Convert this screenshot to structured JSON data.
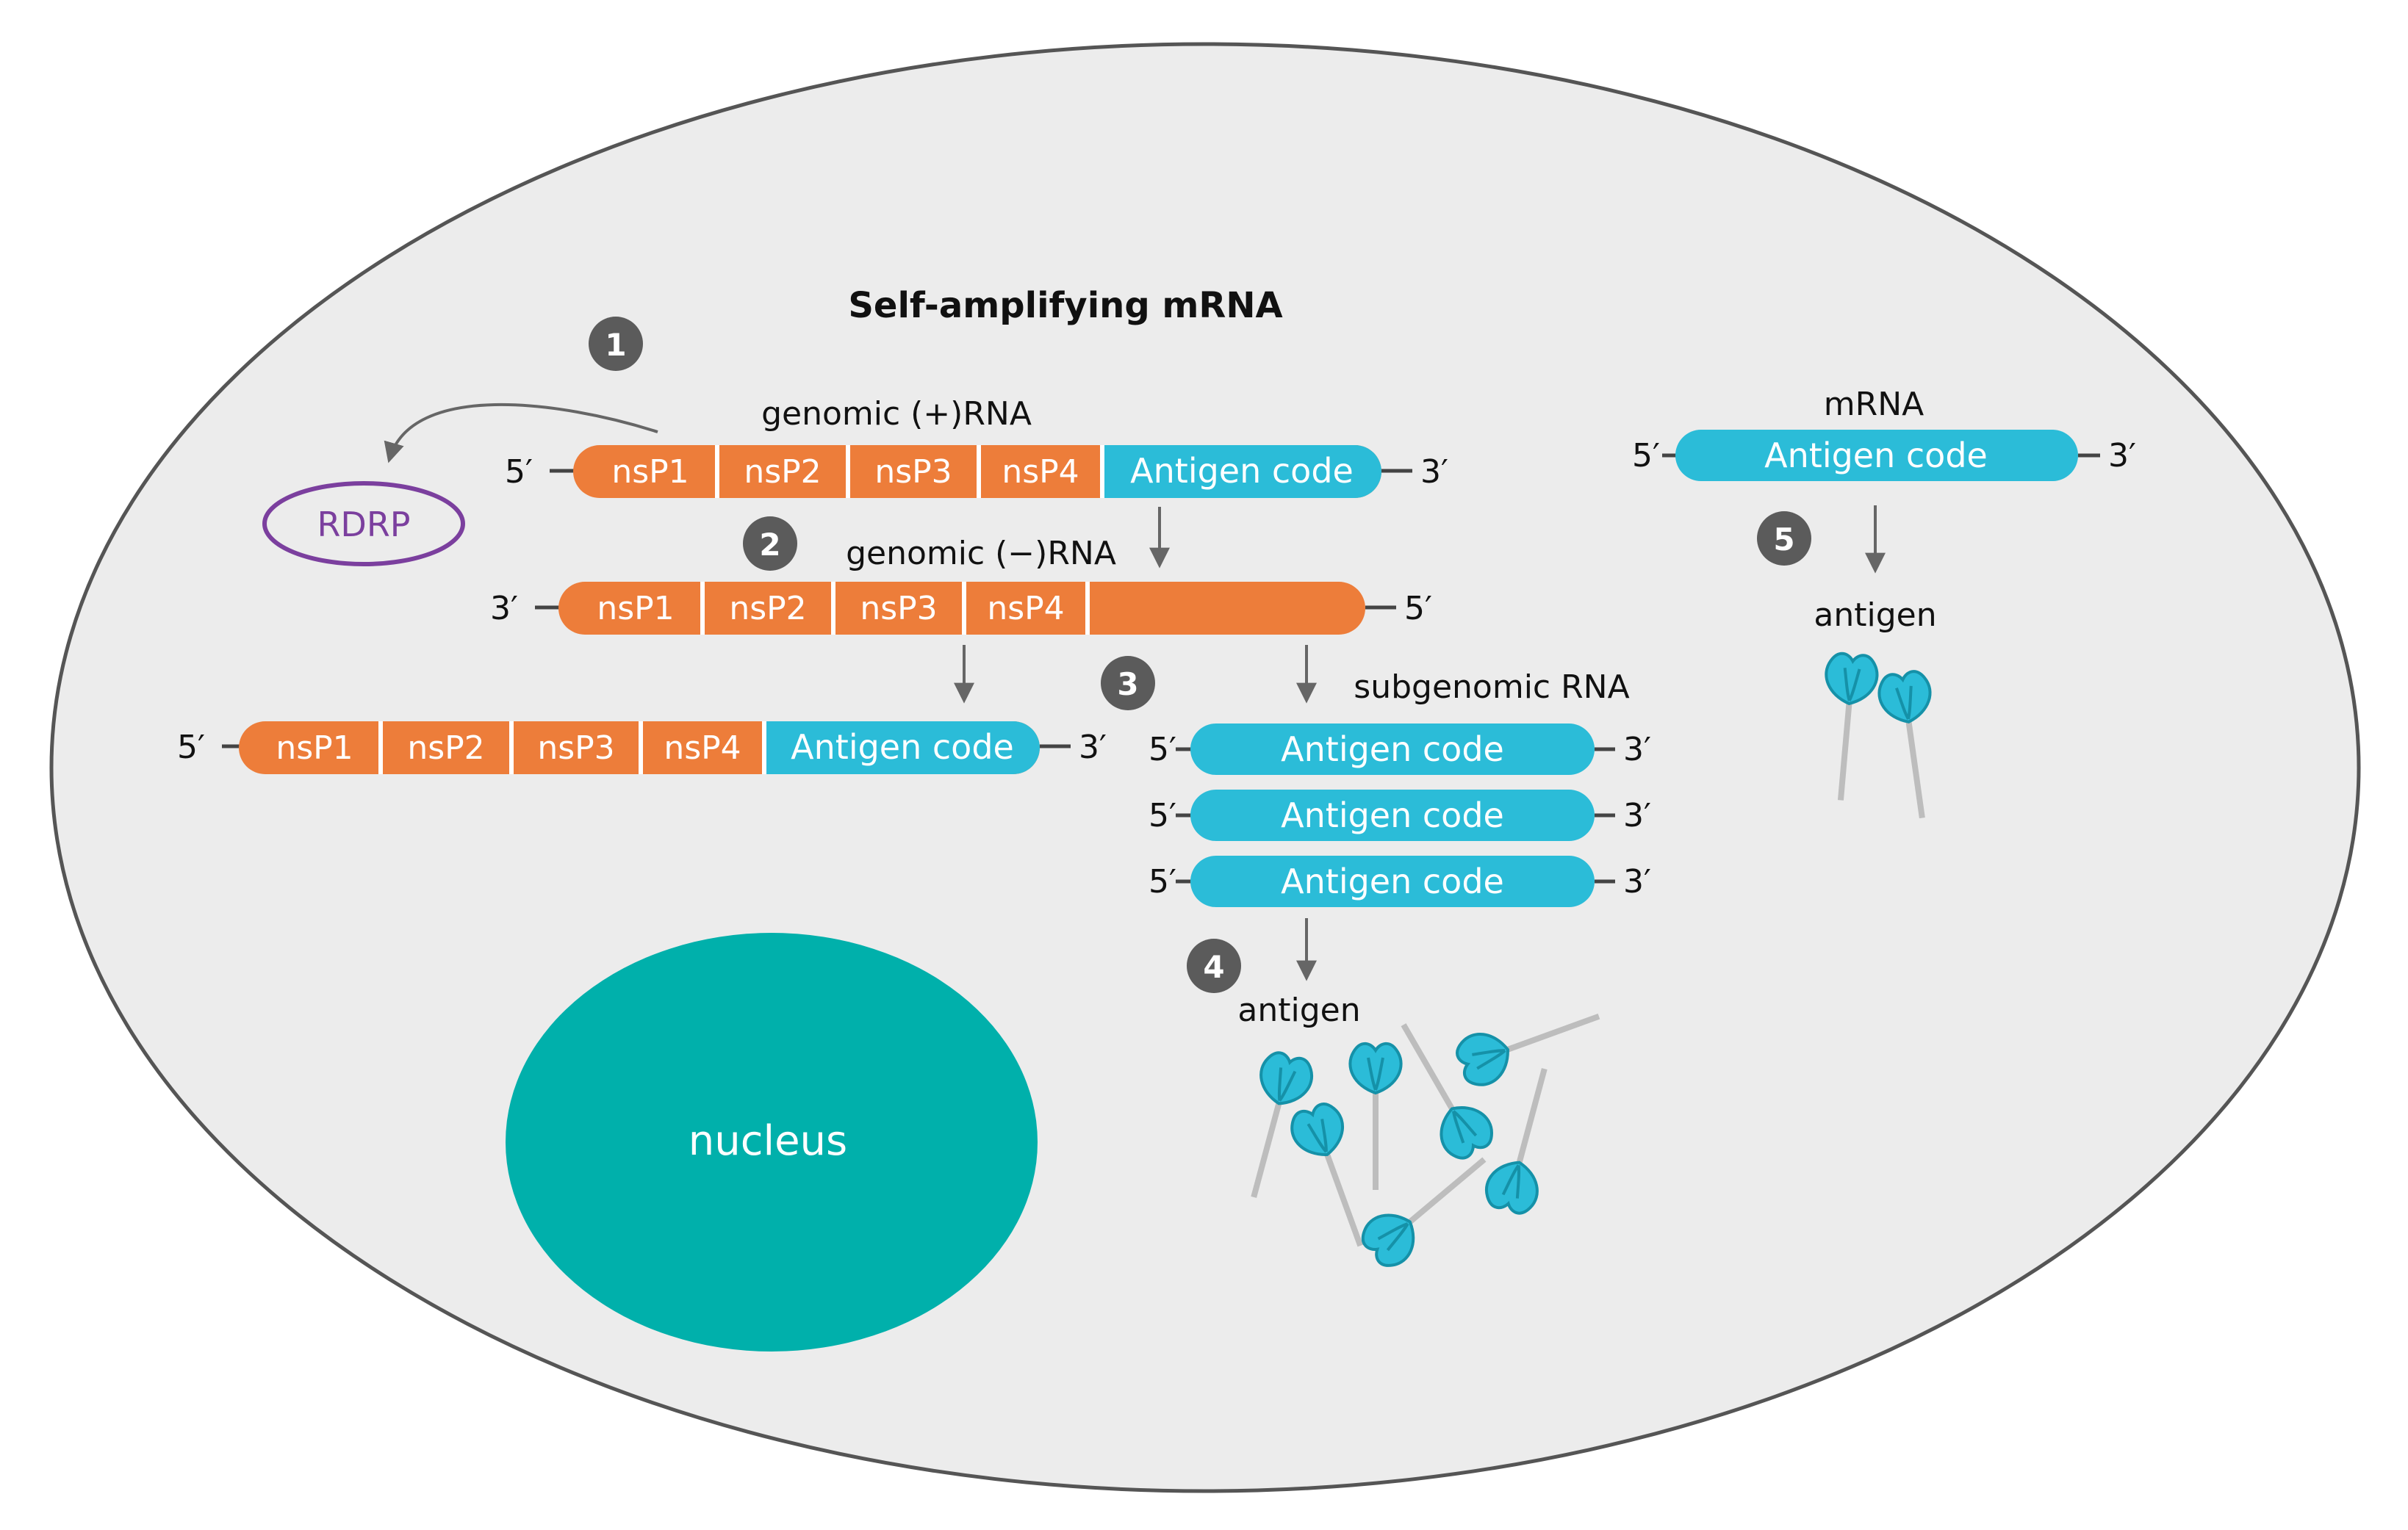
{
  "title": "Self-amplifying mRNA",
  "colors": {
    "cell_fill": "#ececec",
    "cell_stroke": "#555555",
    "nsp_orange": "#ed7d3a",
    "antigen_cyan": "#2bbcd8",
    "nucleus": "#00b0ab",
    "rdrp_purple": "#7b3f9e",
    "step_badge": "#5b5b5b",
    "arrow": "#666666",
    "stick": "#bdbdbd"
  },
  "steps": [
    "1",
    "2",
    "3",
    "4",
    "5"
  ],
  "rdrp_label": "RDRP",
  "nucleus_label": "nucleus",
  "strands": {
    "genomic_plus": {
      "label": "genomic (+)RNA",
      "left_end": "5′",
      "right_end": "3′",
      "segments": [
        "nsP1",
        "nsP2",
        "nsP3",
        "nsP4",
        "Antigen code"
      ]
    },
    "genomic_minus": {
      "label": "genomic (−)RNA",
      "left_end": "3′",
      "right_end": "5′",
      "segments": [
        "nsP1",
        "nsP2",
        "nsP3",
        "nsP4",
        ""
      ]
    },
    "genomic_copy": {
      "left_end": "5′",
      "right_end": "3′",
      "segments": [
        "nsP1",
        "nsP2",
        "nsP3",
        "nsP4",
        "Antigen code"
      ]
    },
    "subgenomic": {
      "label": "subgenomic RNA",
      "left_end": "5′",
      "right_end": "3′",
      "segment": "Antigen code"
    },
    "mrna": {
      "label": "mRNA",
      "left_end": "5′",
      "right_end": "3′",
      "segment": "Antigen code"
    }
  },
  "antigen_labels": [
    "antigen",
    "antigen"
  ]
}
